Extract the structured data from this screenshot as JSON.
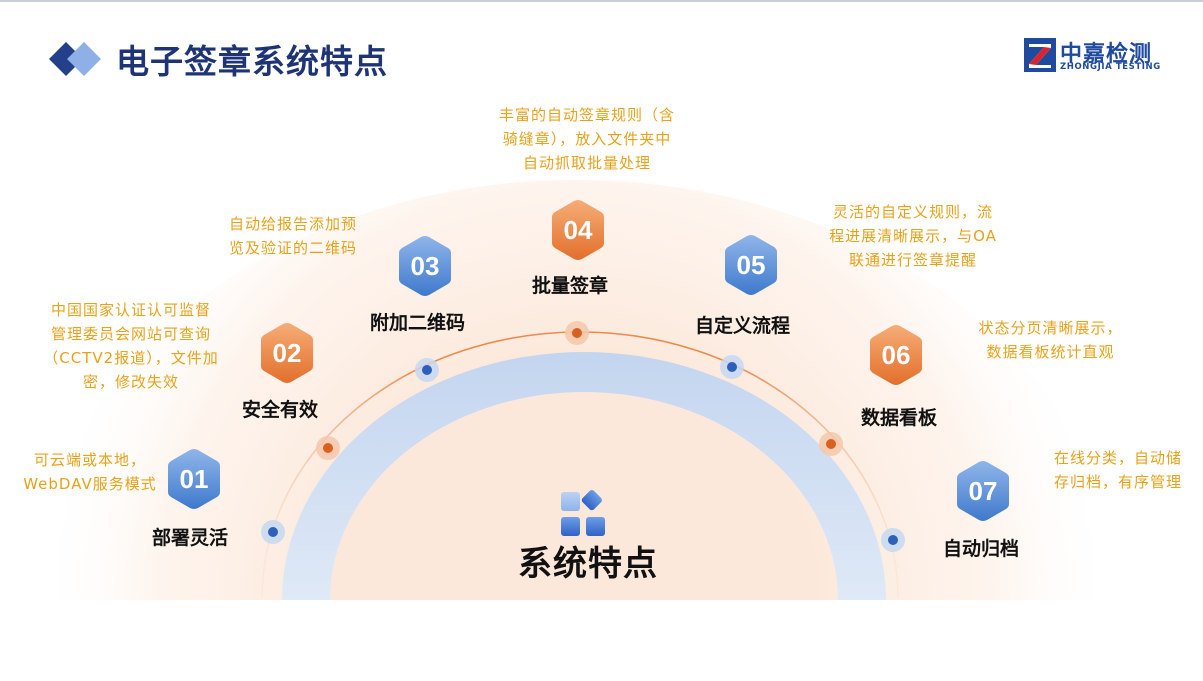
{
  "header": {
    "title": "电子签章系统特点"
  },
  "logo": {
    "name_cn": "中嘉检测",
    "name_en": "ZHONGJIA TESTING",
    "letter": "Z"
  },
  "center": {
    "title": "系统特点",
    "icon": "grid-apps-icon"
  },
  "colors": {
    "blue": "#5b8fd6",
    "orange": "#ee8240",
    "text_yellow": "#e8a21a",
    "title_blue": "#1e3476"
  },
  "features": [
    {
      "num": "01",
      "label": "部署灵活",
      "color": "blue",
      "desc": [
        "可云端或本地，",
        "WebDAV服务模式"
      ]
    },
    {
      "num": "02",
      "label": "安全有效",
      "color": "orange",
      "desc": [
        "中国国家认证认可监督",
        "管理委员会网站可查询",
        "（CCTV2报道），文件加",
        "密，修改失效"
      ]
    },
    {
      "num": "03",
      "label": "附加二维码",
      "color": "blue",
      "desc": [
        "自动给报告添加预",
        "览及验证的二维码"
      ]
    },
    {
      "num": "04",
      "label": "批量签章",
      "color": "orange",
      "desc": [
        "丰富的自动签章规则（含",
        "骑缝章），放入文件夹中",
        "自动抓取批量处理"
      ]
    },
    {
      "num": "05",
      "label": "自定义流程",
      "color": "blue",
      "desc": [
        "灵活的自定义规则，流",
        "程进展清晰展示，与OA",
        "联通进行签章提醒"
      ]
    },
    {
      "num": "06",
      "label": "数据看板",
      "color": "orange",
      "desc": [
        "状态分页清晰展示，",
        "数据看板统计直观"
      ]
    },
    {
      "num": "07",
      "label": "自动归档",
      "color": "blue",
      "desc": [
        "在线分类，自动储",
        "存归档，有序管理"
      ]
    }
  ]
}
